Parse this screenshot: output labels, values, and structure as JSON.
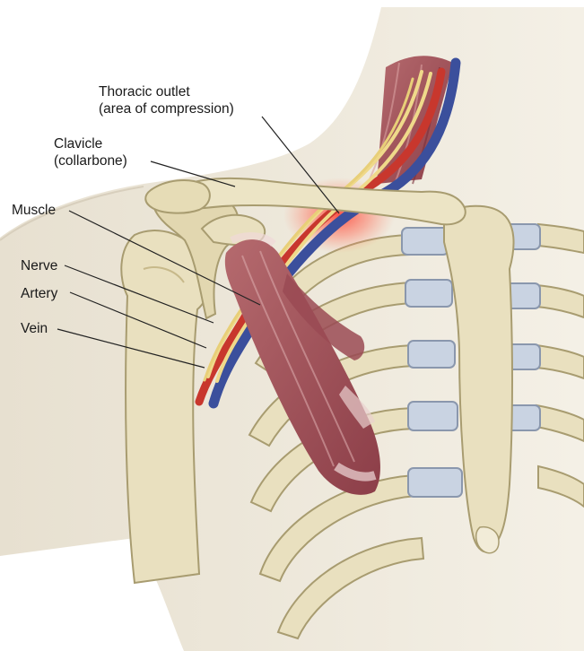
{
  "labels": {
    "thoracic_outlet": {
      "line1": "Thoracic outlet",
      "line2": "(area of compression)"
    },
    "clavicle": {
      "line1": "Clavicle",
      "line2": "(collarbone)"
    },
    "muscle": "Muscle",
    "nerve": "Nerve",
    "artery": "Artery",
    "vein": "Vein"
  },
  "colors": {
    "skin": "#efe9dc",
    "bone": "#e9e0bf",
    "bone_outline": "#a89c70",
    "cartilage": "#c9d3e2",
    "muscle": "#a4525a",
    "artery": "#c8372d",
    "vein": "#3b4f9c",
    "nerve": "#efd98a",
    "compression_glow": "#ff5a4a"
  }
}
